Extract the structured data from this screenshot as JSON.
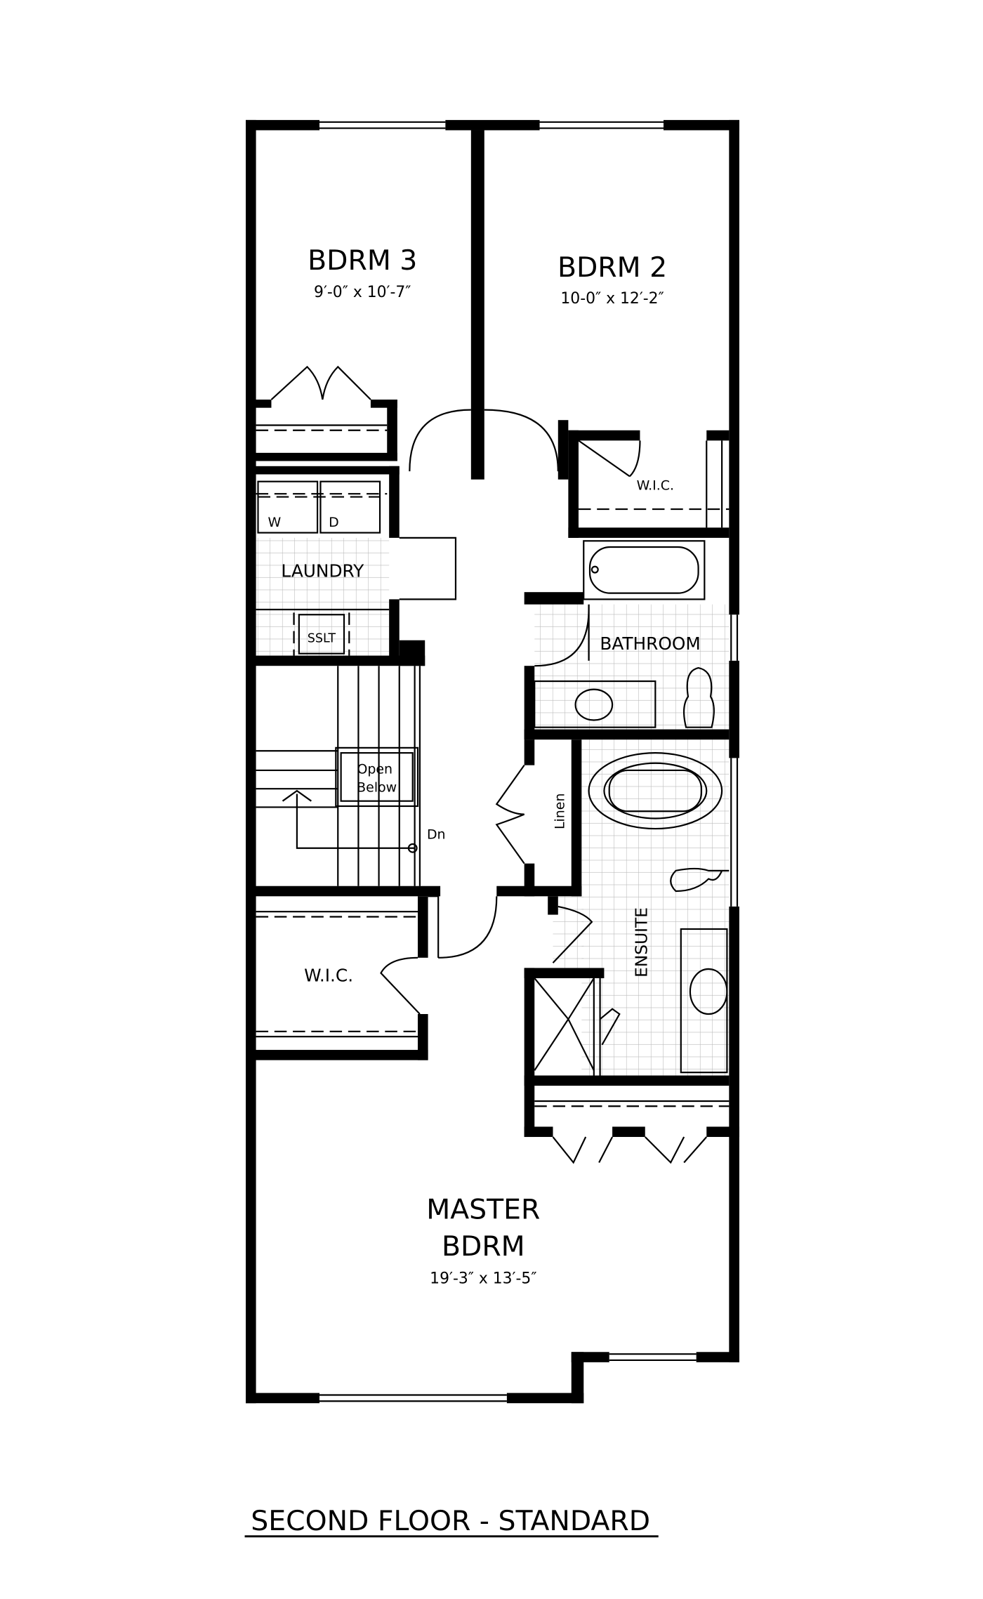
{
  "plan_title": "SECOND FLOOR - STANDARD",
  "rooms": [
    {
      "name": "BDRM 3",
      "size": "9′-0″ x 10′-7″"
    },
    {
      "name": "BDRM 2",
      "size": "10-0″ x 12′-2″"
    },
    {
      "name": "MASTER",
      "name2": "BDRM",
      "size": "19′-3″ x 13′-5″"
    }
  ],
  "labels": {
    "laundry": "LAUNDRY",
    "washer": "W",
    "dryer": "D",
    "sslt": "SSLT",
    "bathroom": "BATHROOM",
    "wic_bdrm2": "W.I.C.",
    "wic_master": "W.I.C.",
    "open": "Open",
    "below": "Below",
    "down": "Dn",
    "linen": "Linen",
    "ensuite": "ENSUITE"
  }
}
